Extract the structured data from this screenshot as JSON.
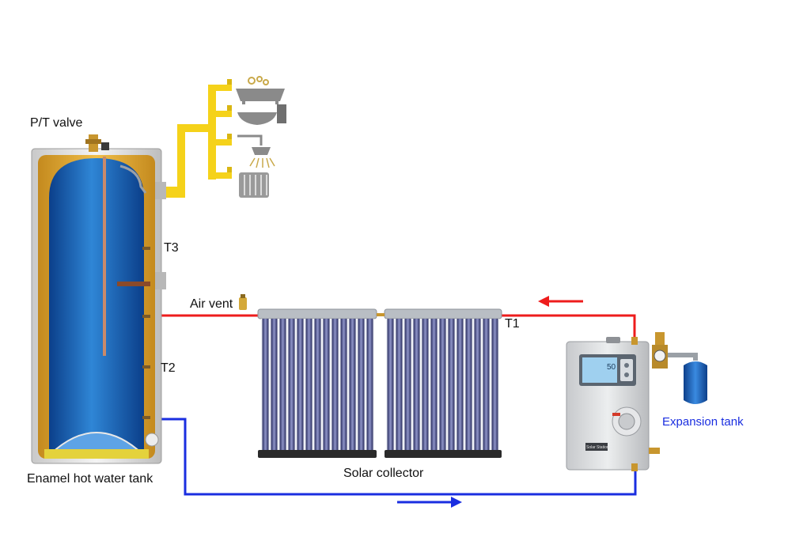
{
  "labels": {
    "pt_valve": "P/T valve",
    "t3": "T3",
    "t2": "T2",
    "t1": "T1",
    "air_vent": "Air vent",
    "tank": "Enamel hot water tank",
    "collector": "Solar collector",
    "expansion": "Expansion tank"
  },
  "controller": {
    "display_value": "50",
    "brand_text": "Solar Station"
  },
  "colors": {
    "hot_pipe": "#ee1c1c",
    "cold_pipe": "#1a2ee0",
    "domestic_pipe": "#f5d21a",
    "tank_blue": "#1e6fc8",
    "tank_shell": "#e9b03a",
    "tube_dark": "#3b3f7a",
    "expansion_label": "#1a2ee0"
  },
  "icons": [
    "bathtub-icon",
    "sink-icon",
    "shower-icon",
    "radiator-icon"
  ]
}
